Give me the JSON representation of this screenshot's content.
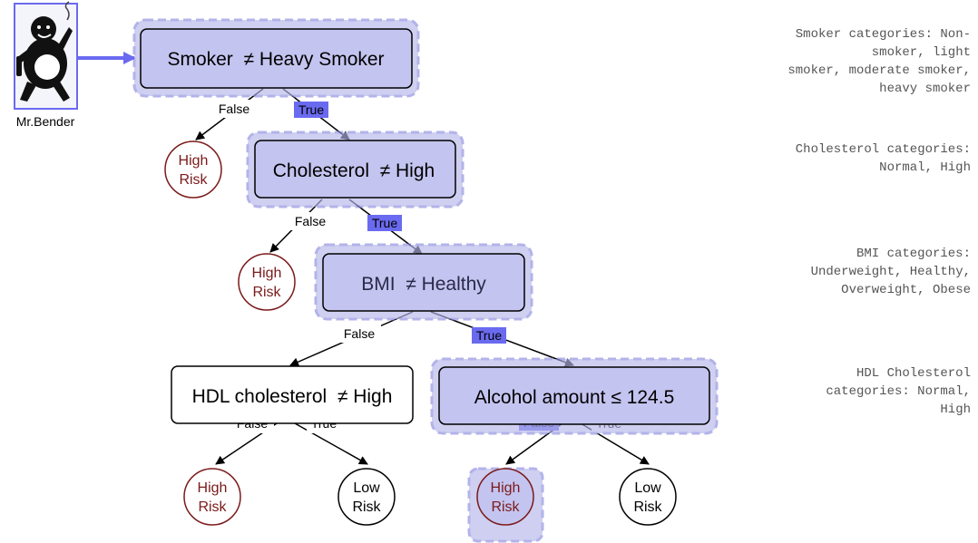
{
  "patient": {
    "name": "Mr.Bender",
    "icon": "smoker-person-icon"
  },
  "nodes": {
    "root": "Smoker  ≠ Heavy Smoker",
    "cholesterol": "Cholesterol  ≠ High",
    "bmi": "BMI  ≠ Healthy",
    "hdl": "HDL cholesterol  ≠ High",
    "alcohol": "Alcohol amount ≤ 124.5"
  },
  "edges": {
    "false_label": "False",
    "true_label": "True"
  },
  "leaves": {
    "high_risk_line1": "High",
    "high_risk_line2": "Risk",
    "low_risk_line1": "Low",
    "low_risk_line2": "Risk"
  },
  "notes": {
    "smoker": "Smoker categories: Non-\nsmoker, light\nsmoker, moderate smoker,\nheavy smoker",
    "cholesterol": "Cholesterol categories:\nNormal, High",
    "bmi": "BMI categories:\nUnderweight, Healthy,\nOverweight, Obese",
    "hdl": "HDL Cholesterol\ncategories: Normal,\nHigh"
  },
  "colors": {
    "path_fill": "#c4c4f0",
    "path_glow": "#8c8ce0",
    "highlight_label": "#6a6af0",
    "high_risk": "#7a1a1a",
    "arrow": "#6a6af0"
  }
}
